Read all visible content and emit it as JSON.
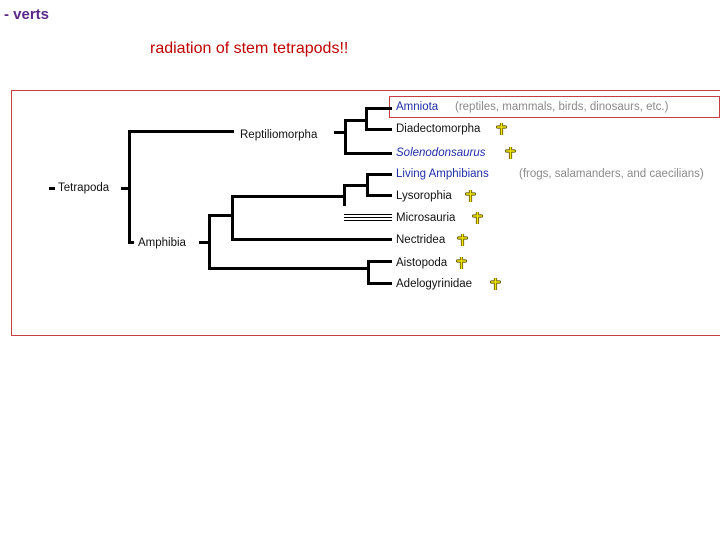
{
  "slide": {
    "title": "- verts",
    "subtitle": "radiation of stem tetrapods!!"
  },
  "tree": {
    "root_label": "Tetrapoda",
    "reptiliomorpha_label": "Reptiliomorpha",
    "amphibia_label": "Amphibia",
    "taxa": {
      "amniota": "Amniota",
      "diadectomorpha": "Diadectomorpha",
      "solenodonsaurus": "Solenodonsaurus",
      "living_amphibians": "Living Amphibians",
      "lysorophia": "Lysorophia",
      "microsauria": "Microsauria",
      "nectridea": "Nectridea",
      "aistopoda": "Aistopoda",
      "adelogyrinidae": "Adelogyrinidae"
    },
    "notes": {
      "amniota": "(reptiles, mammals, birds, dinosaurs, etc.)",
      "living_amphibians": "(frogs, salamanders, and caecilians)"
    }
  },
  "colors": {
    "title": "#5b2a86",
    "subtitle": "#c00000",
    "frame": "#c44040",
    "living_taxa": "#1f2fa8",
    "extinct_marker_fill": "#f2e600"
  },
  "icons": {
    "extinct_marker": "dagger-icon"
  }
}
